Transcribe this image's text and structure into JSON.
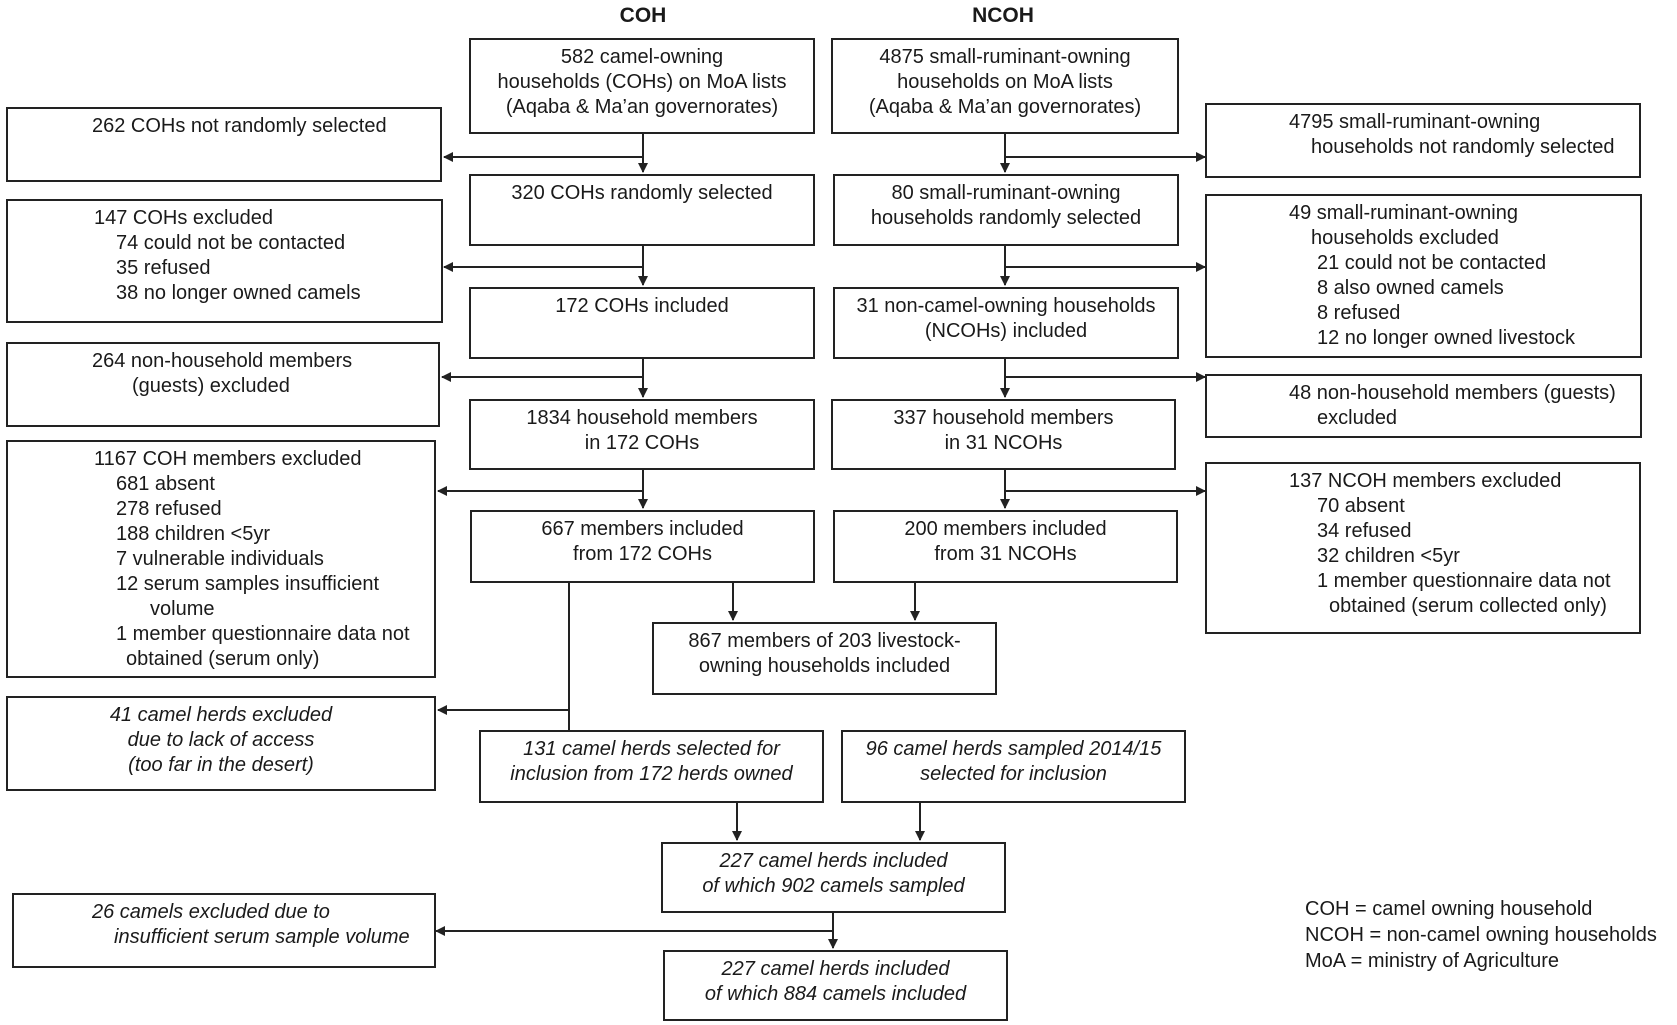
{
  "headers": {
    "coh": "COH",
    "ncoh": "NCOH"
  },
  "coh": {
    "top": [
      "582 camel-owning",
      "households (COHs) on MoA lists",
      "(Aqaba & Ma’an governorates)"
    ],
    "selected": [
      "320 COHs randomly selected"
    ],
    "included": [
      "172 COHs included"
    ],
    "members": [
      "1834 household members",
      "in 172 COHs"
    ],
    "members_included": [
      "667 members included",
      "from 172 COHs"
    ],
    "not_selected": [
      "262 COHs not randomly selected"
    ],
    "excluded": [
      "147 COHs excluded",
      "74 could not be contacted",
      "35 refused",
      "38 no longer owned camels"
    ],
    "guests_excluded": [
      "264 non-household members",
      "(guests) excluded"
    ],
    "members_excluded": [
      "1167 COH members excluded",
      "681 absent",
      "278 refused",
      "188 children <5yr",
      "7 vulnerable individuals",
      "12 serum samples insufficient",
      "volume",
      "1 member questionnaire data not",
      "obtained (serum only)"
    ]
  },
  "ncoh": {
    "top": [
      "4875 small-ruminant-owning",
      "households on MoA lists",
      "(Aqaba & Ma’an governorates)"
    ],
    "selected": [
      "80 small-ruminant-owning",
      "households randomly selected"
    ],
    "included": [
      "31 non-camel-owning households",
      "(NCOHs) included"
    ],
    "members": [
      "337 household members",
      "in 31 NCOHs"
    ],
    "members_included": [
      "200 members included",
      "from 31 NCOHs"
    ],
    "not_selected": [
      "4795 small-ruminant-owning",
      "households not randomly selected"
    ],
    "excluded": [
      "49 small-ruminant-owning",
      "households excluded",
      "21 could not be contacted",
      "8 also owned camels",
      "8 refused",
      "12 no longer owned livestock"
    ],
    "guests_excluded": [
      "48 non-household members (guests)",
      "excluded"
    ],
    "members_excluded": [
      "137 NCOH members excluded",
      "70 absent",
      "34 refused",
      "32 children <5yr",
      "1 member questionnaire data not",
      "obtained (serum collected only)"
    ]
  },
  "combined": {
    "members_total": [
      "867 members of 203 livestock-",
      "owning households included"
    ],
    "herds_excluded": [
      "41 camel herds excluded",
      "due to lack of access",
      "(too far in the desert)"
    ],
    "herds_selected": [
      "131 camel herds selected for",
      "inclusion from 172 herds owned"
    ],
    "herds_sampled": [
      "96 camel herds sampled 2014/15",
      "selected for inclusion"
    ],
    "herds_included": [
      "227 camel herds included",
      "of which 902 camels sampled"
    ],
    "camels_excluded": [
      "26 camels excluded due to",
      "insufficient serum sample volume"
    ],
    "herds_final": [
      "227 camel herds included",
      "of which 884 camels included"
    ]
  },
  "legend": [
    "COH = camel owning household",
    "NCOH = non-camel owning households",
    "MoA = ministry of Agriculture"
  ]
}
